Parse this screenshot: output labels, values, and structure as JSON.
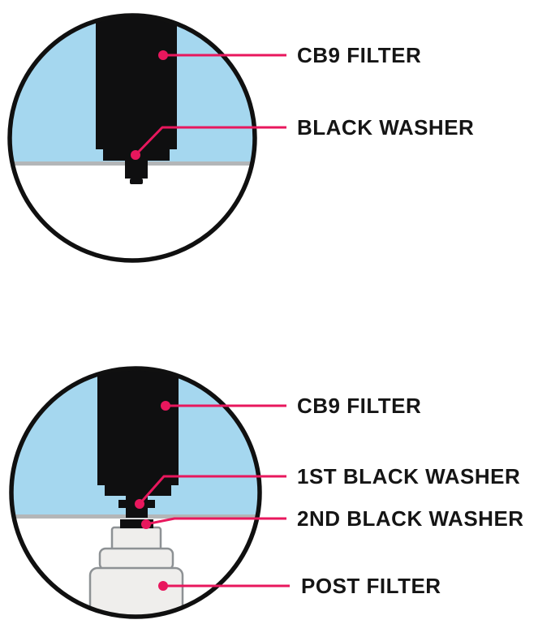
{
  "colors": {
    "accent": "#e8175d",
    "water_blue": "#a5d7ef",
    "plate_gray": "#b3b6b8",
    "filter_black": "#0f0f10",
    "post_filter_fill": "#efeeec",
    "post_filter_stroke": "#8d9194",
    "line_black": "#101010"
  },
  "top_diagram": {
    "labels": {
      "cb9_filter": "CB9 FILTER",
      "black_washer": "BLACK WASHER"
    }
  },
  "bottom_diagram": {
    "labels": {
      "cb9_filter": "CB9 FILTER",
      "first_black_washer": "1ST BLACK WASHER",
      "second_black_washer": "2ND BLACK WASHER",
      "post_filter": "POST FILTER"
    }
  }
}
